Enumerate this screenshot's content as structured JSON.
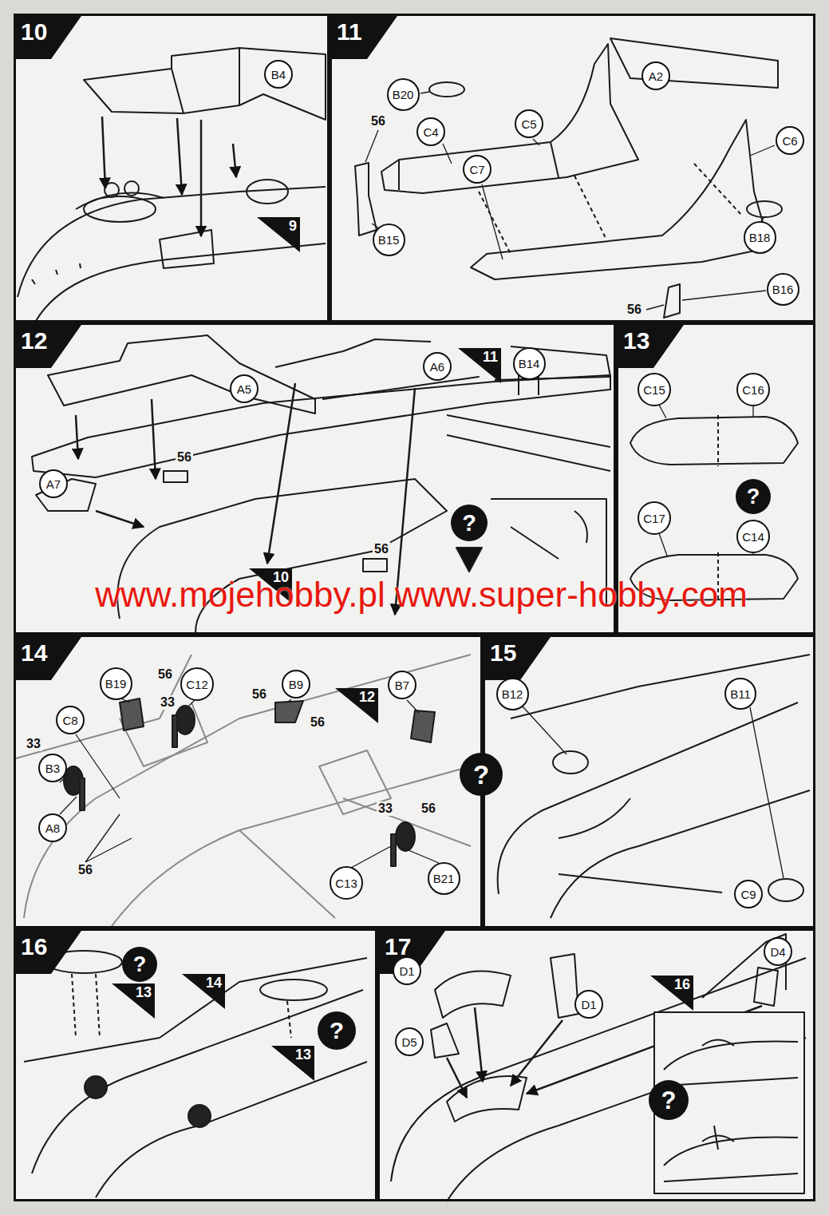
{
  "diagram": {
    "nodes": [
      {
        "text": [
          "10"
        ]
      },
      {
        "text": [
          "B4"
        ],
        "in": 0
      },
      {
        "text": [
          "9"
        ],
        "in": 0
      },
      {
        "text": [
          "11"
        ]
      },
      {
        "text": [
          "B20"
        ],
        "in": 3
      },
      {
        "text": [
          "C4"
        ],
        "in": 3
      },
      {
        "text": [
          "C5"
        ],
        "in": 3
      },
      {
        "text": [
          "A2"
        ],
        "in": 3
      },
      {
        "text": [
          "C6"
        ],
        "in": 3
      },
      {
        "text": [
          "C7"
        ],
        "in": 3
      },
      {
        "text": [
          "B15"
        ],
        "in": 3
      },
      {
        "text": [
          "B18"
        ],
        "in": 3
      },
      {
        "text": [
          "B16"
        ],
        "in": 3
      },
      {
        "text": [
          "12"
        ]
      },
      {
        "text": [
          "A5"
        ],
        "in": 13
      },
      {
        "text": [
          "A6"
        ],
        "in": 13
      },
      {
        "text": [
          "11"
        ],
        "in": 13
      },
      {
        "text": [
          "B14"
        ],
        "in": 13
      },
      {
        "text": [
          "A7"
        ],
        "in": 13
      },
      {
        "text": [
          "10"
        ],
        "in": 13
      },
      {
        "text": [
          "?"
        ],
        "in": 13
      },
      {
        "text": [
          "13"
        ]
      },
      {
        "text": [
          "C15"
        ],
        "in": 21
      },
      {
        "text": [
          "C16"
        ],
        "in": 21
      },
      {
        "text": [
          "C17"
        ],
        "in": 21
      },
      {
        "text": [
          "?"
        ],
        "in": 21
      },
      {
        "text": [
          "C14"
        ],
        "in": 21
      },
      {
        "text": [
          "14"
        ]
      },
      {
        "text": [
          "B19"
        ],
        "in": 27
      },
      {
        "text": [
          "C12"
        ],
        "in": 27
      },
      {
        "text": [
          "B9"
        ],
        "in": 27
      },
      {
        "text": [
          "12"
        ],
        "in": 27
      },
      {
        "text": [
          "C8"
        ],
        "in": 27
      },
      {
        "text": [
          "B3"
        ],
        "in": 27
      },
      {
        "text": [
          "B7"
        ],
        "in": 27
      },
      {
        "text": [
          "A8"
        ],
        "in": 27
      },
      {
        "text": [
          "?"
        ],
        "in": 27
      },
      {
        "text": [
          "C13"
        ],
        "in": 27
      },
      {
        "text": [
          "B21"
        ],
        "in": 27
      },
      {
        "text": [
          "15"
        ]
      },
      {
        "text": [
          "B12"
        ],
        "in": 39
      },
      {
        "text": [
          "B11"
        ],
        "in": 39
      },
      {
        "text": [
          "C9"
        ],
        "in": 39
      },
      {
        "text": [
          "16"
        ]
      },
      {
        "text": [
          "?"
        ],
        "in": 43
      },
      {
        "text": [
          "13"
        ],
        "in": 43
      },
      {
        "text": [
          "14"
        ],
        "in": 43
      },
      {
        "text": [
          "13"
        ],
        "in": 43
      },
      {
        "text": [
          "?"
        ],
        "in": 43
      },
      {
        "text": [
          "17"
        ]
      },
      {
        "text": [
          "D1"
        ],
        "in": 49
      },
      {
        "text": [
          "D1"
        ],
        "in": 49
      },
      {
        "text": [
          "D4"
        ],
        "in": 49
      },
      {
        "text": [
          "16"
        ],
        "in": 49
      },
      {
        "text": [
          "D5"
        ],
        "in": 49
      },
      {
        "text": [
          "?"
        ],
        "in": 49
      }
    ],
    "labels": [
      "56",
      "56",
      "56",
      "56",
      "www.mojehobby.pl www.super-hobby.com",
      "56",
      "33",
      "56",
      "56",
      "33",
      "56",
      "33",
      "56"
    ]
  }
}
